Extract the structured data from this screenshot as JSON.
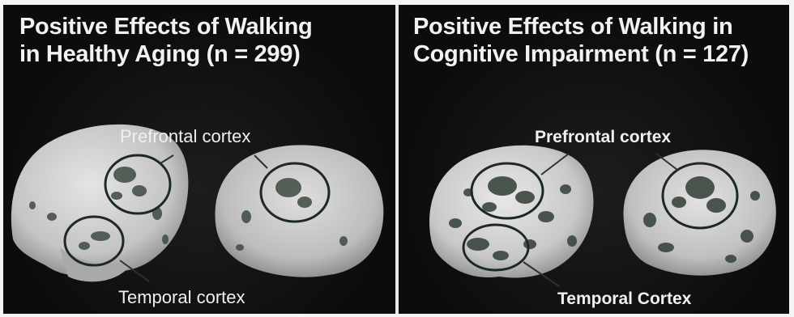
{
  "panels": [
    {
      "title_line1": "Positive Effects of Walking",
      "title_line2": "in Healthy Aging (n = 299)",
      "label_top": "Prefrontal cortex",
      "label_bottom": "Temporal cortex"
    },
    {
      "title_line1": "Positive Effects of Walking in",
      "title_line2": "Cognitive Impairment (n = 127)",
      "label_top": "Prefrontal cortex",
      "label_bottom": "Temporal Cortex"
    }
  ],
  "colors": {
    "background": "#111111",
    "text": "#f0f0f0",
    "brain": "#cfcfcf",
    "brain_shadow": "#8a8a8a",
    "spot": "#3a4a40",
    "ring": "#1f2a22"
  }
}
